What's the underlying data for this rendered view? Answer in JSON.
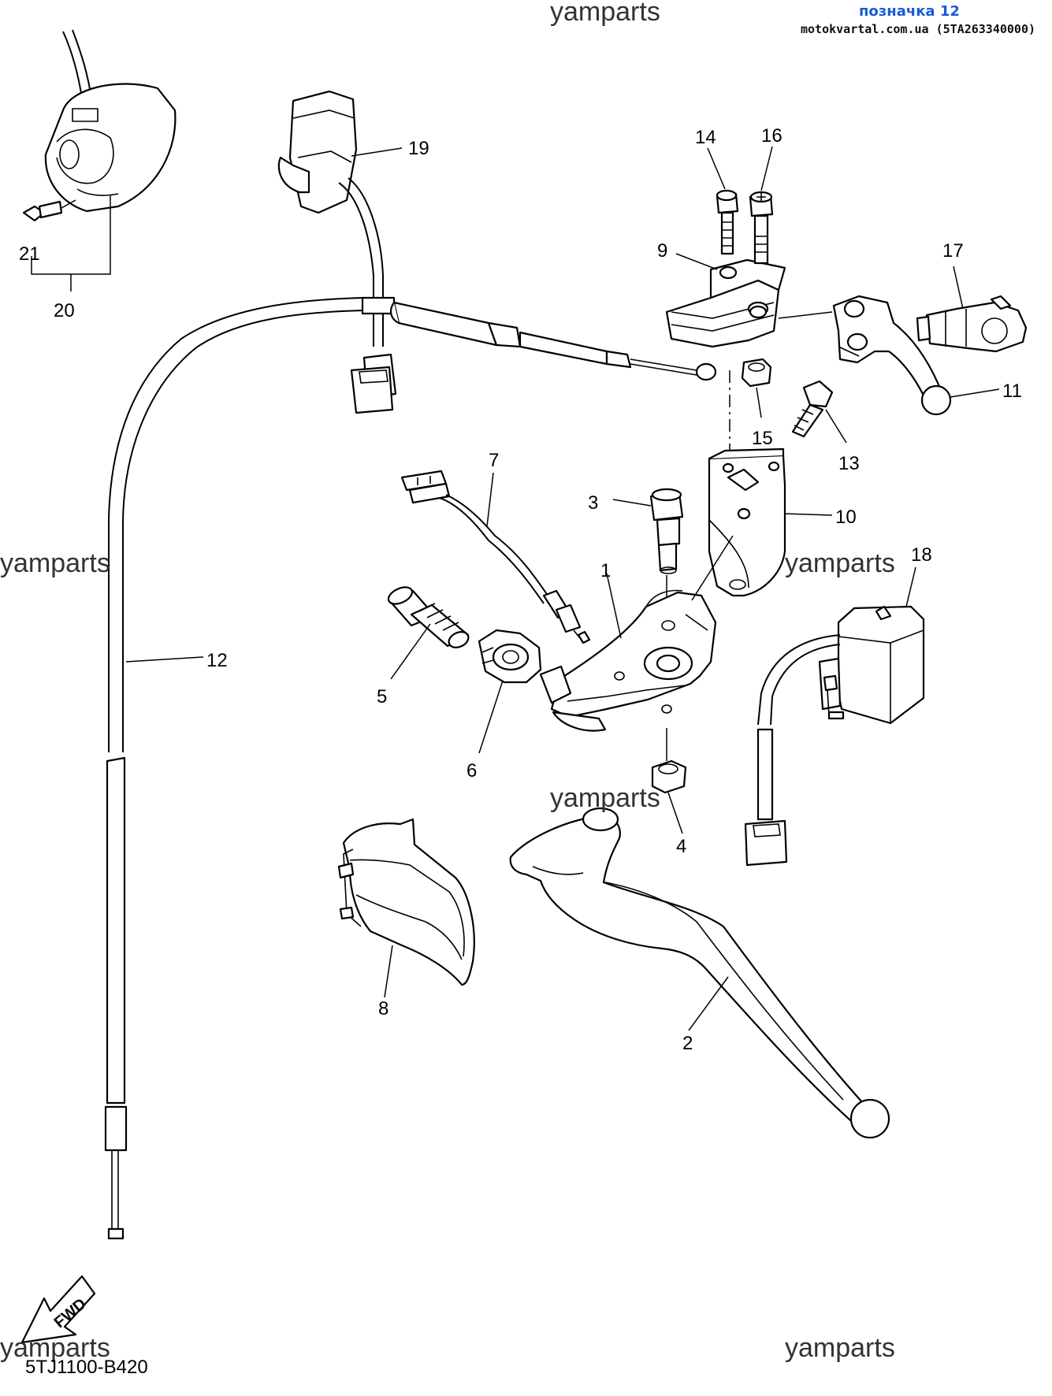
{
  "header": {
    "title": "позначка 12",
    "subtitle": "motokvartal.com.ua (5TA263340000)"
  },
  "watermarks": {
    "top": "yamparts",
    "left": "yamparts",
    "right": "yamparts",
    "center": "yamparts",
    "bottom_left": "yamparts",
    "bottom_right": "yamparts"
  },
  "diagram_code": "5TJ1100-B420",
  "fwd_badge": "FWD",
  "callouts": {
    "c1": "1",
    "c2": "2",
    "c3": "3",
    "c4": "4",
    "c5": "5",
    "c6": "6",
    "c7": "7",
    "c8": "8",
    "c9": "9",
    "c10": "10",
    "c11": "11",
    "c12": "12",
    "c13": "13",
    "c14": "14",
    "c15": "15",
    "c16": "16",
    "c17": "17",
    "c18": "18",
    "c19": "19",
    "c20": "20",
    "c21": "21"
  }
}
